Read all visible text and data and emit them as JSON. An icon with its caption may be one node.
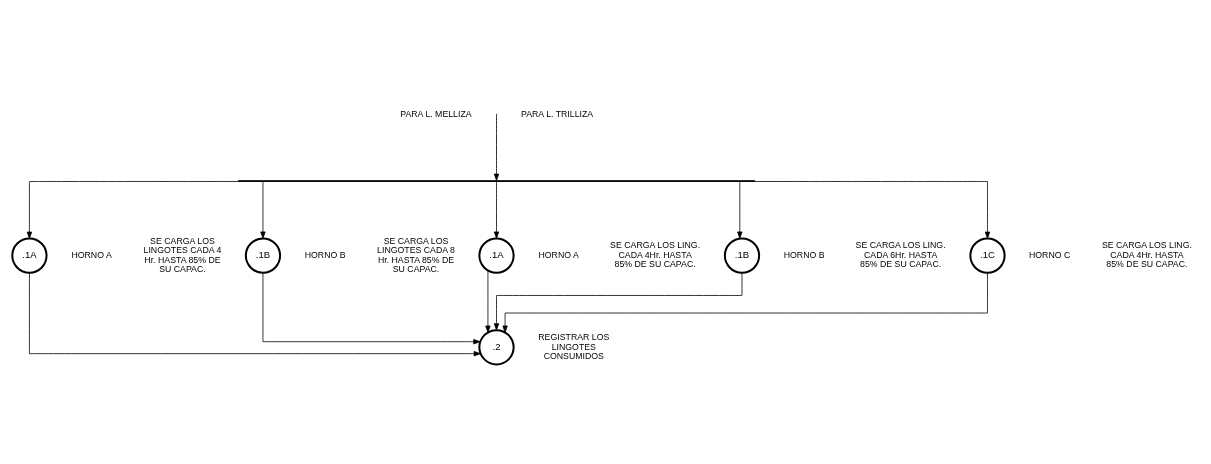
{
  "diagram": {
    "nodes": [
      {
        "text": [],
        "shape": "bar"
      },
      {
        "text": [
          ".1A"
        ],
        "beside": [
          "HORNO A",
          "SE CARGA LOS LINGOTES CADA 4 Hr. HASTA 85% DE SU CAPAC."
        ]
      },
      {
        "text": [
          ".1B"
        ],
        "beside": [
          "HORNO B",
          "SE CARGA LOS LINGOTES CADA 8 Hr. HASTA 85% DE SU CAPAC."
        ]
      },
      {
        "text": [
          ".1A"
        ],
        "beside": [
          "HORNO A",
          "SE CARGA LOS LING. CADA 4Hr. HASTA 85% DE SU CAPAC."
        ]
      },
      {
        "text": [
          ".1B"
        ],
        "beside": [
          "HORNO B",
          "SE CARGA LOS LING. CADA 6Hr. HASTA 85% DE SU CAPAC."
        ]
      },
      {
        "text": [
          ".1C"
        ],
        "beside": [
          "HORNO C",
          "SE CARGA LOS LING. CADA 4Hr. HASTA 85% DE SU CAPAC."
        ]
      },
      {
        "text": [
          ".2"
        ],
        "beside": [
          "REGISTRAR LOS LINGOTES CONSUMIDOS"
        ]
      }
    ],
    "edges": [
      {
        "from": null,
        "to": 0,
        "arrow": "to"
      },
      {
        "from": 0,
        "to": 1,
        "arrow": "to"
      },
      {
        "from": 0,
        "to": 2,
        "arrow": "to"
      },
      {
        "from": 0,
        "to": 3,
        "arrow": "to"
      },
      {
        "from": 0,
        "to": 4,
        "arrow": "to"
      },
      {
        "from": 0,
        "to": 5,
        "arrow": "to"
      },
      {
        "from": 1,
        "to": 6,
        "arrow": "to"
      },
      {
        "from": 2,
        "to": 6,
        "arrow": "to"
      },
      {
        "from": 3,
        "to": 6,
        "arrow": "to"
      },
      {
        "from": 4,
        "to": 6,
        "arrow": "to"
      },
      {
        "from": 5,
        "to": 6,
        "arrow": "to"
      }
    ],
    "labels": [
      "PARA L. MELLIZA",
      "PARA L. TRILLIZA"
    ]
  }
}
